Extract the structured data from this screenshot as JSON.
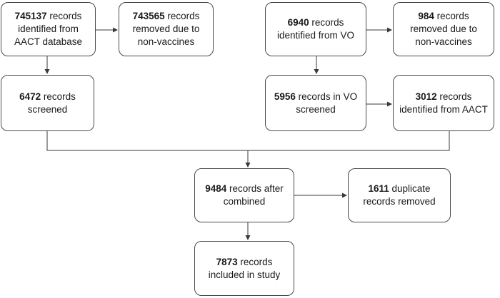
{
  "nodes": {
    "aact_identified": {
      "count": "745137",
      "text_a": " records identified from",
      "text_b": "AACT database"
    },
    "aact_removed": {
      "count": "743565",
      "text_a": " records",
      "text_b": "removed due to non-vaccines"
    },
    "vo_identified": {
      "count": "6940",
      "text_a": " records",
      "text_b": "identified from VO"
    },
    "vo_removed": {
      "count": "984",
      "text_a": " records",
      "text_b": "removed due to non-vaccines"
    },
    "aact_screened": {
      "count": "6472",
      "text_a": " records",
      "text_b": "screened"
    },
    "vo_screened": {
      "count": "5956",
      "text_a": " records in VO",
      "text_b": "screened"
    },
    "vo_from_aact": {
      "count": "3012",
      "text_a": " records",
      "text_b": "identified from AACT"
    },
    "combined": {
      "count": "9484",
      "text_a": " records after",
      "text_b": "combined"
    },
    "duplicates": {
      "count": "1611",
      "text_a": " duplicate",
      "text_b": "records removed"
    },
    "included": {
      "count": "7873",
      "text_a": " records",
      "text_b": "included in study"
    }
  },
  "colors": {
    "line": "#3a3a3a",
    "border": "#4a4a4a"
  }
}
